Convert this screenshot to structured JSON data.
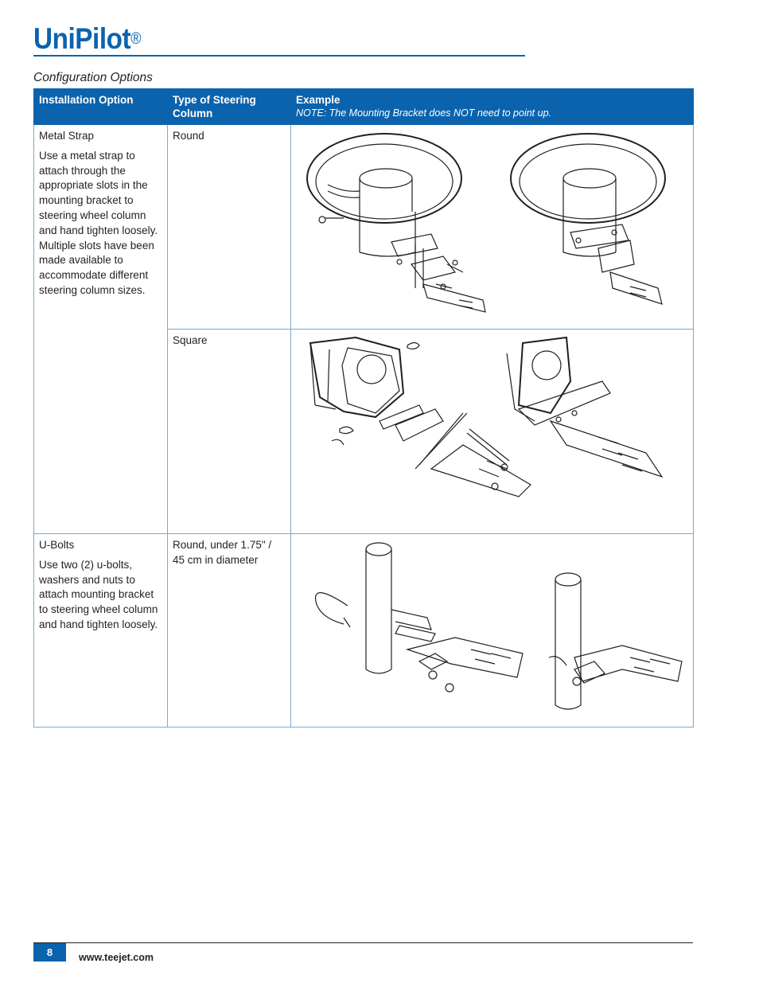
{
  "header": {
    "title": "UniPilot",
    "title_mark": "®"
  },
  "section_title": "Configuration Options",
  "table": {
    "headers": {
      "col1": "Installation Option",
      "col2": "Type of Steering Column",
      "col3": "Example",
      "col3_note": "NOTE: The Mounting Bracket does NOT need to point up."
    },
    "rows": [
      {
        "option_title": "Metal Strap",
        "option_desc": "Use a metal strap to attach through the appropriate slots in the mounting bracket to steering wheel column and hand tighten loosely.  Multiple slots have been made available to accommodate different steering column sizes.",
        "column_type": "Round"
      },
      {
        "column_type": "Square"
      },
      {
        "option_title": "U-Bolts",
        "option_desc": "Use two (2) u-bolts, washers and nuts to attach mounting bracket to steering wheel column and hand tighten loosely.",
        "column_type": "Round, under 1.75\" / 45 cm in diameter"
      }
    ]
  },
  "footer": {
    "page_number": "8",
    "website": "www.teejet.com"
  }
}
